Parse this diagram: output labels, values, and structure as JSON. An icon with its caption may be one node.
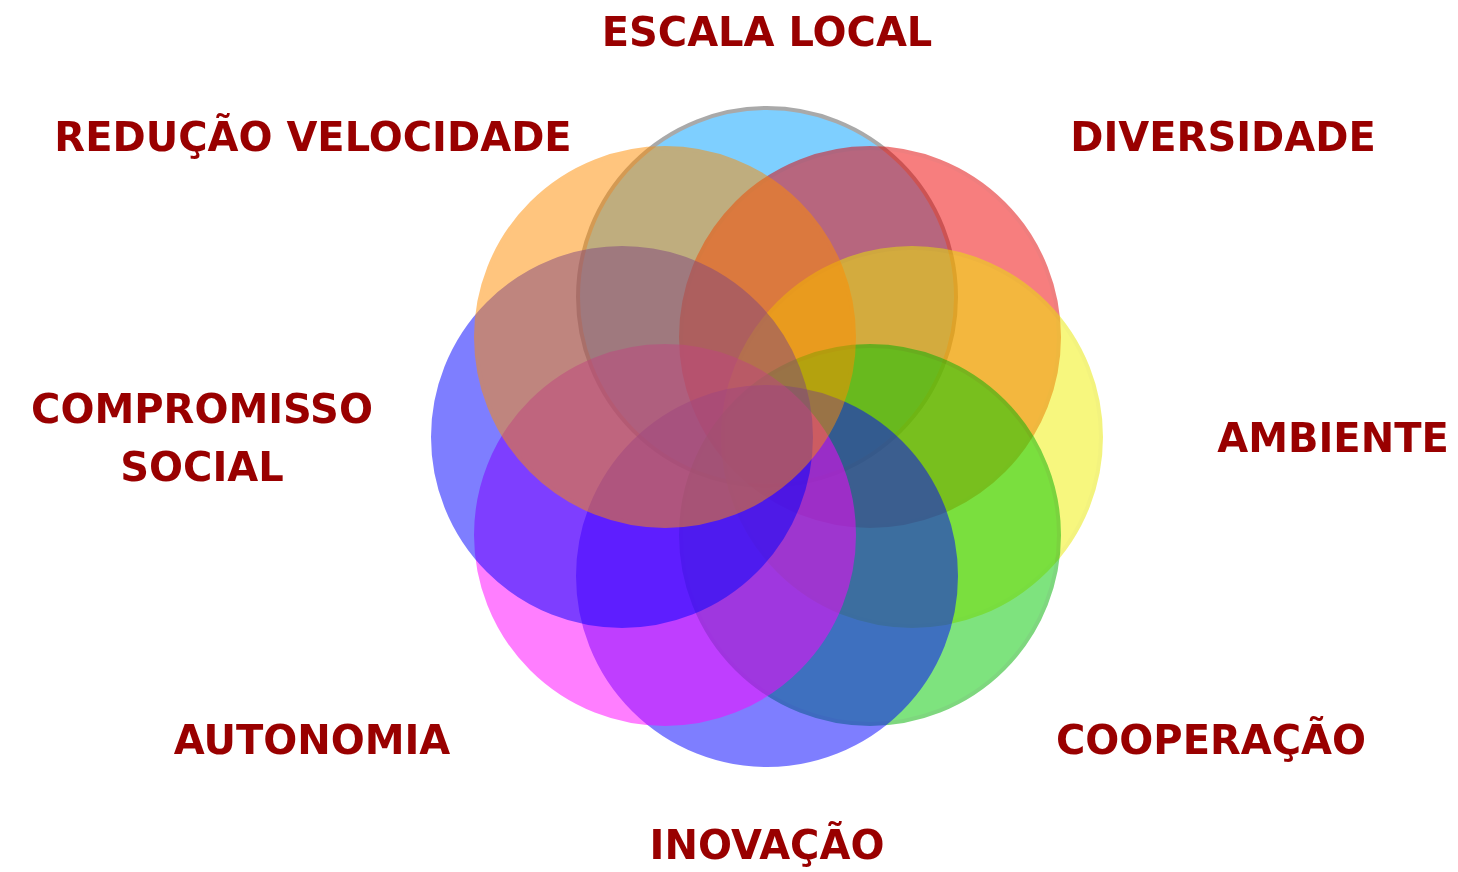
{
  "diagram": {
    "nodes": [
      {
        "text": [],
        "shape": "circle",
        "beside": [
          "ESCALA LOCAL"
        ]
      },
      {
        "text": [],
        "shape": "circle",
        "beside": [
          "REDUÇÃO VELOCIDADE"
        ]
      },
      {
        "text": [],
        "shape": "circle",
        "beside": [
          "DIVERSIDADE"
        ]
      },
      {
        "text": [],
        "shape": "circle",
        "beside": [
          "COMPROMISSO SOCIAL"
        ]
      },
      {
        "text": [],
        "shape": "circle",
        "beside": [
          "AMBIENTE"
        ]
      },
      {
        "text": [],
        "shape": "circle",
        "beside": [
          "AUTONOMIA"
        ]
      },
      {
        "text": [],
        "shape": "circle",
        "beside": [
          "COOPERAÇÃO"
        ]
      },
      {
        "text": [],
        "shape": "circle",
        "beside": [
          "INOVAÇÃO"
        ]
      }
    ]
  }
}
